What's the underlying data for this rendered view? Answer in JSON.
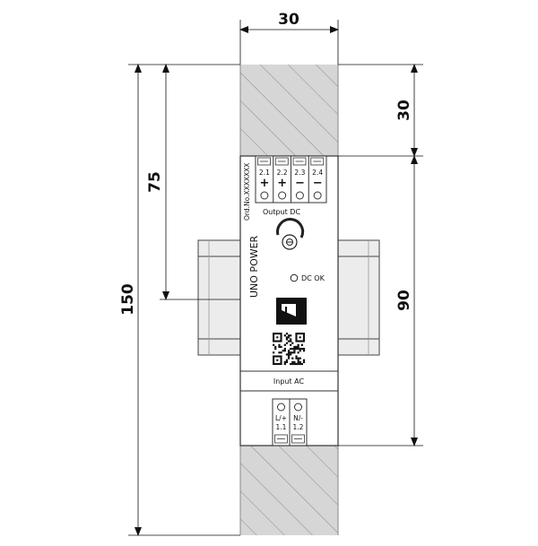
{
  "dimensions": {
    "width_top": "30",
    "height_total": "150",
    "height_mid": "75",
    "clearance_top": "30",
    "height_device": "90"
  },
  "device": {
    "brand": "UNO POWER",
    "order_no": "Ord.No.XXXXXXX",
    "output_label": "Output DC",
    "input_label": "Input AC",
    "status_label": "DC OK",
    "output_terminals": [
      {
        "num": "2.1",
        "sign": "+"
      },
      {
        "num": "2.2",
        "sign": "+"
      },
      {
        "num": "2.3",
        "sign": "−"
      },
      {
        "num": "2.4",
        "sign": "−"
      }
    ],
    "input_terminals": [
      {
        "name": "L/+",
        "num": "1.1"
      },
      {
        "name": "N/-",
        "num": "1.2"
      }
    ]
  }
}
